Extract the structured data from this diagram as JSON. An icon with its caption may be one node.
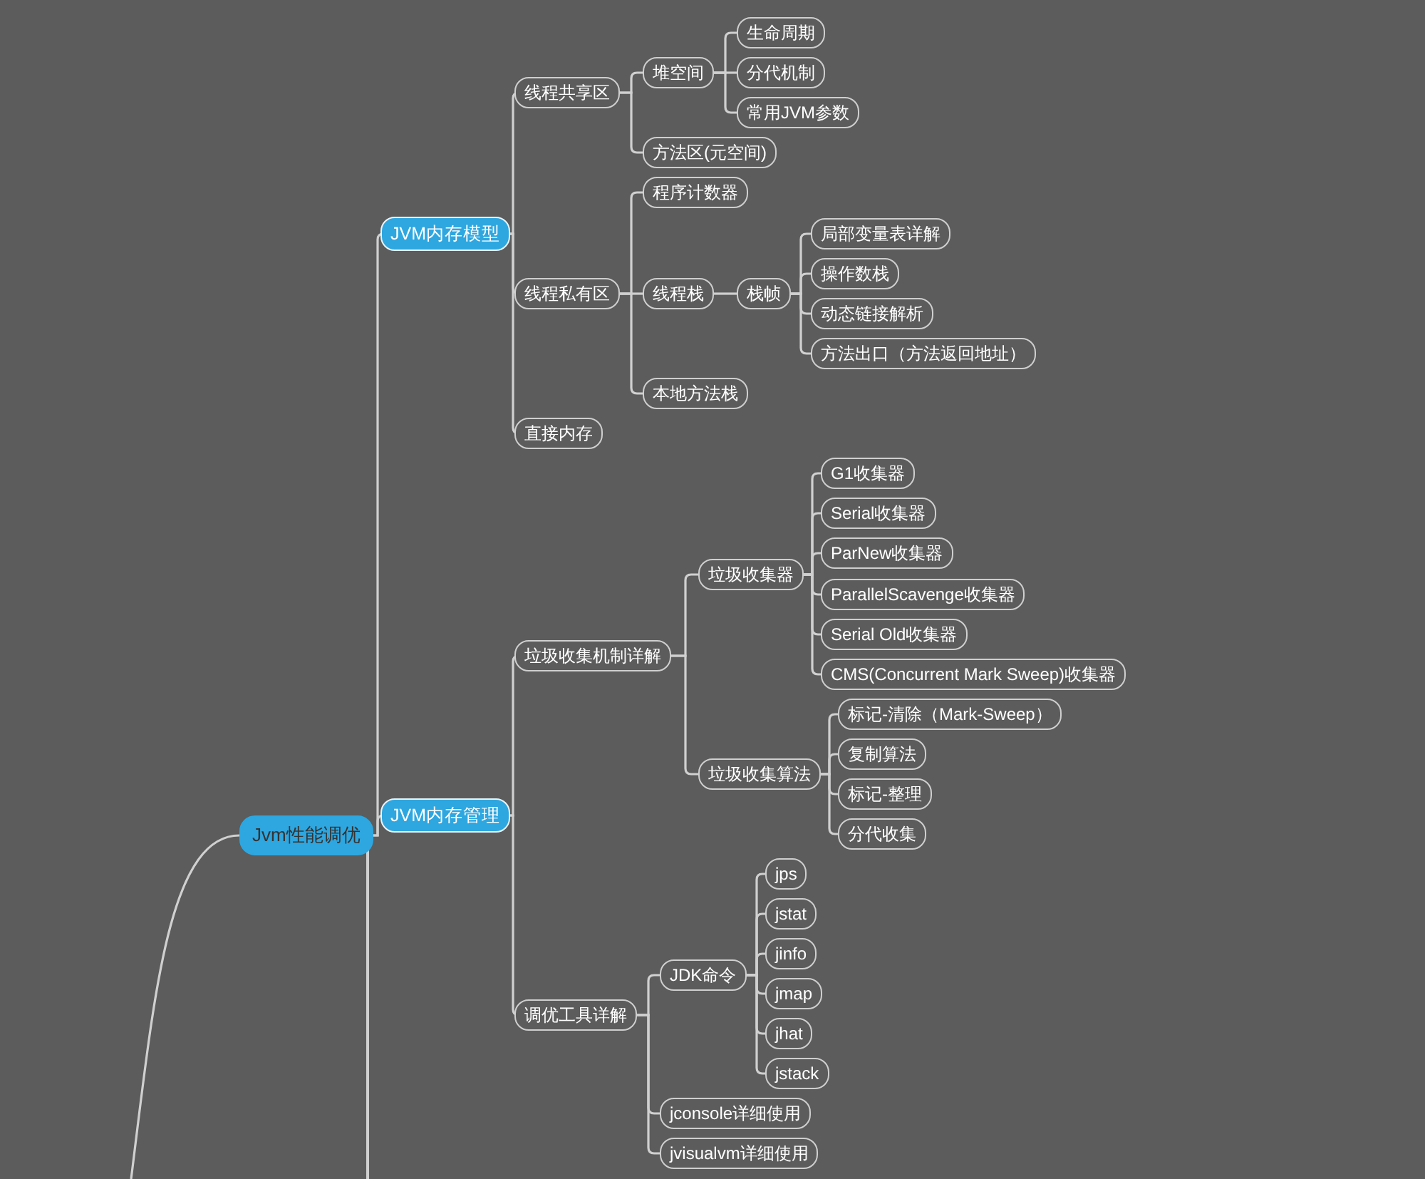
{
  "diagram": {
    "nodes": [
      {
        "text": [
          "Jvm性能调优"
        ]
      },
      {
        "text": [
          "JVM内存模型"
        ]
      },
      {
        "text": [
          "线程共享区"
        ]
      },
      {
        "text": [
          "堆空间"
        ]
      },
      {
        "text": [
          "生命周期"
        ]
      },
      {
        "text": [
          "分代机制"
        ]
      },
      {
        "text": [
          "常用JVM参数"
        ]
      },
      {
        "text": [
          "方法区(元空间)"
        ]
      },
      {
        "text": [
          "线程私有区"
        ]
      },
      {
        "text": [
          "程序计数器"
        ]
      },
      {
        "text": [
          "线程栈"
        ]
      },
      {
        "text": [
          "栈帧"
        ]
      },
      {
        "text": [
          "局部变量表详解"
        ]
      },
      {
        "text": [
          "操作数栈"
        ]
      },
      {
        "text": [
          "动态链接解析"
        ]
      },
      {
        "text": [
          "方法出口（方法返回地址）"
        ]
      },
      {
        "text": [
          "本地方法栈"
        ]
      },
      {
        "text": [
          "直接内存"
        ]
      },
      {
        "text": [
          "JVM内存管理"
        ]
      },
      {
        "text": [
          "垃圾收集机制详解"
        ]
      },
      {
        "text": [
          "垃圾收集器"
        ]
      },
      {
        "text": [
          "G1收集器"
        ]
      },
      {
        "text": [
          "Serial收集器"
        ]
      },
      {
        "text": [
          "ParNew收集器"
        ]
      },
      {
        "text": [
          "ParallelScavenge收集器"
        ]
      },
      {
        "text": [
          "Serial Old收集器"
        ]
      },
      {
        "text": [
          "CMS(Concurrent Mark Sweep)收集器"
        ]
      },
      {
        "text": [
          "垃圾收集算法"
        ]
      },
      {
        "text": [
          "标记-清除（Mark-Sweep）"
        ]
      },
      {
        "text": [
          "复制算法"
        ]
      },
      {
        "text": [
          "标记-整理"
        ]
      },
      {
        "text": [
          "分代收集"
        ]
      },
      {
        "text": [
          "调优工具详解"
        ]
      },
      {
        "text": [
          "JDK命令"
        ]
      },
      {
        "text": [
          "jps"
        ]
      },
      {
        "text": [
          "jstat"
        ]
      },
      {
        "text": [
          "jinfo"
        ]
      },
      {
        "text": [
          "jmap"
        ]
      },
      {
        "text": [
          "jhat"
        ]
      },
      {
        "text": [
          "jstack"
        ]
      },
      {
        "text": [
          "jconsole详细使用"
        ]
      },
      {
        "text": [
          "jvisualvm详细使用"
        ]
      }
    ],
    "edges": [
      {
        "from": null,
        "to": 0,
        "arrow": "none"
      },
      {
        "from": 0,
        "to": 1,
        "arrow": "none"
      },
      {
        "from": 1,
        "to": 2,
        "arrow": "none"
      },
      {
        "from": 2,
        "to": 3,
        "arrow": "none"
      },
      {
        "from": 3,
        "to": 4,
        "arrow": "none"
      },
      {
        "from": 3,
        "to": 5,
        "arrow": "none"
      },
      {
        "from": 3,
        "to": 6,
        "arrow": "none"
      },
      {
        "from": 2,
        "to": 7,
        "arrow": "none"
      },
      {
        "from": 1,
        "to": 8,
        "arrow": "none"
      },
      {
        "from": 8,
        "to": 9,
        "arrow": "none"
      },
      {
        "from": 8,
        "to": 10,
        "arrow": "none"
      },
      {
        "from": 10,
        "to": 11,
        "arrow": "none"
      },
      {
        "from": 11,
        "to": 12,
        "arrow": "none"
      },
      {
        "from": 11,
        "to": 13,
        "arrow": "none"
      },
      {
        "from": 11,
        "to": 14,
        "arrow": "none"
      },
      {
        "from": 11,
        "to": 15,
        "arrow": "none"
      },
      {
        "from": 8,
        "to": 16,
        "arrow": "none"
      },
      {
        "from": 1,
        "to": 17,
        "arrow": "none"
      },
      {
        "from": 0,
        "to": 18,
        "arrow": "none"
      },
      {
        "from": 18,
        "to": 19,
        "arrow": "none"
      },
      {
        "from": 19,
        "to": 20,
        "arrow": "none"
      },
      {
        "from": 20,
        "to": 21,
        "arrow": "none"
      },
      {
        "from": 20,
        "to": 22,
        "arrow": "none"
      },
      {
        "from": 20,
        "to": 23,
        "arrow": "none"
      },
      {
        "from": 20,
        "to": 24,
        "arrow": "none"
      },
      {
        "from": 20,
        "to": 25,
        "arrow": "none"
      },
      {
        "from": 20,
        "to": 26,
        "arrow": "none"
      },
      {
        "from": 19,
        "to": 27,
        "arrow": "none"
      },
      {
        "from": 27,
        "to": 28,
        "arrow": "none"
      },
      {
        "from": 27,
        "to": 29,
        "arrow": "none"
      },
      {
        "from": 27,
        "to": 30,
        "arrow": "none"
      },
      {
        "from": 27,
        "to": 31,
        "arrow": "none"
      },
      {
        "from": 18,
        "to": 32,
        "arrow": "none"
      },
      {
        "from": 32,
        "to": 33,
        "arrow": "none"
      },
      {
        "from": 33,
        "to": 34,
        "arrow": "none"
      },
      {
        "from": 33,
        "to": 35,
        "arrow": "none"
      },
      {
        "from": 33,
        "to": 36,
        "arrow": "none"
      },
      {
        "from": 33,
        "to": 37,
        "arrow": "none"
      },
      {
        "from": 33,
        "to": 38,
        "arrow": "none"
      },
      {
        "from": 33,
        "to": 39,
        "arrow": "none"
      },
      {
        "from": 32,
        "to": 40,
        "arrow": "none"
      },
      {
        "from": 32,
        "to": 41,
        "arrow": "none"
      }
    ]
  }
}
